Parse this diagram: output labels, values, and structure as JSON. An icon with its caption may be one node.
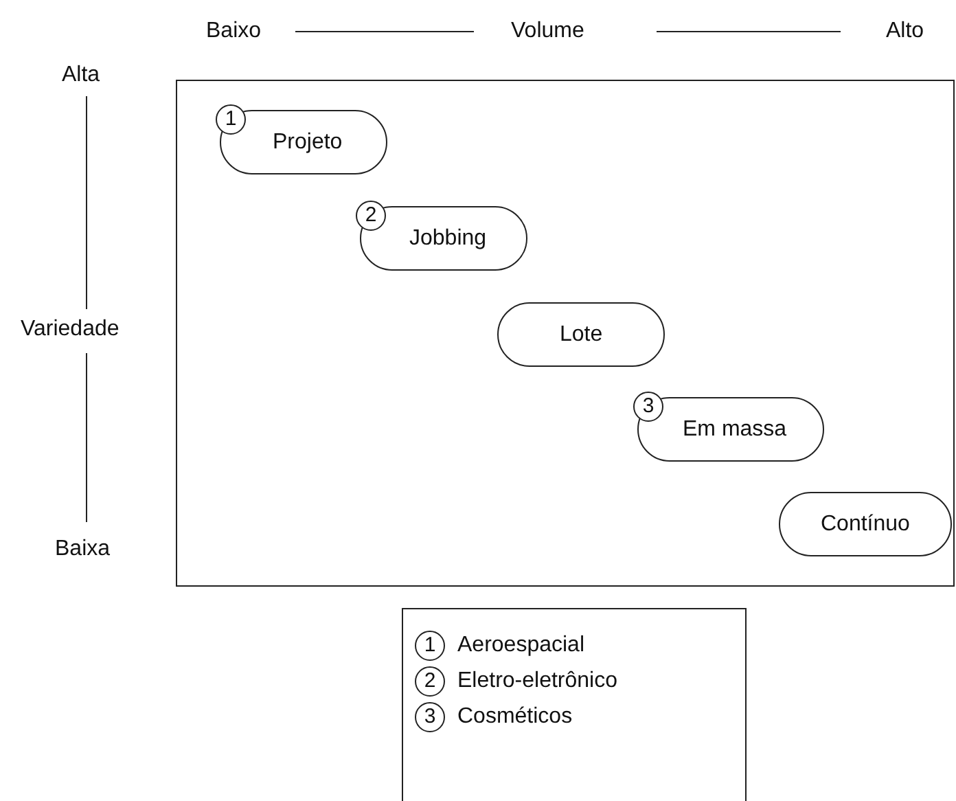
{
  "diagram": {
    "nodes": [
      {
        "text": [],
        "shape": "box"
      },
      {
        "text": [
          "1",
          "Projeto"
        ],
        "in": 0
      },
      {
        "text": [
          "2",
          "Jobbing"
        ],
        "in": 0
      },
      {
        "text": [
          "Lote"
        ],
        "in": 0
      },
      {
        "text": [
          "3",
          "Em massa"
        ],
        "in": 0
      },
      {
        "text": [
          "Contínuo"
        ],
        "in": 0
      }
    ],
    "edges": [],
    "labels": [
      "Baixo",
      "Volume",
      "Alto",
      "Alta",
      "Variedade",
      "Baixa",
      "1",
      "Aeroespacial",
      "2",
      "Eletro-eletrônico",
      "3",
      "Cosméticos"
    ]
  }
}
